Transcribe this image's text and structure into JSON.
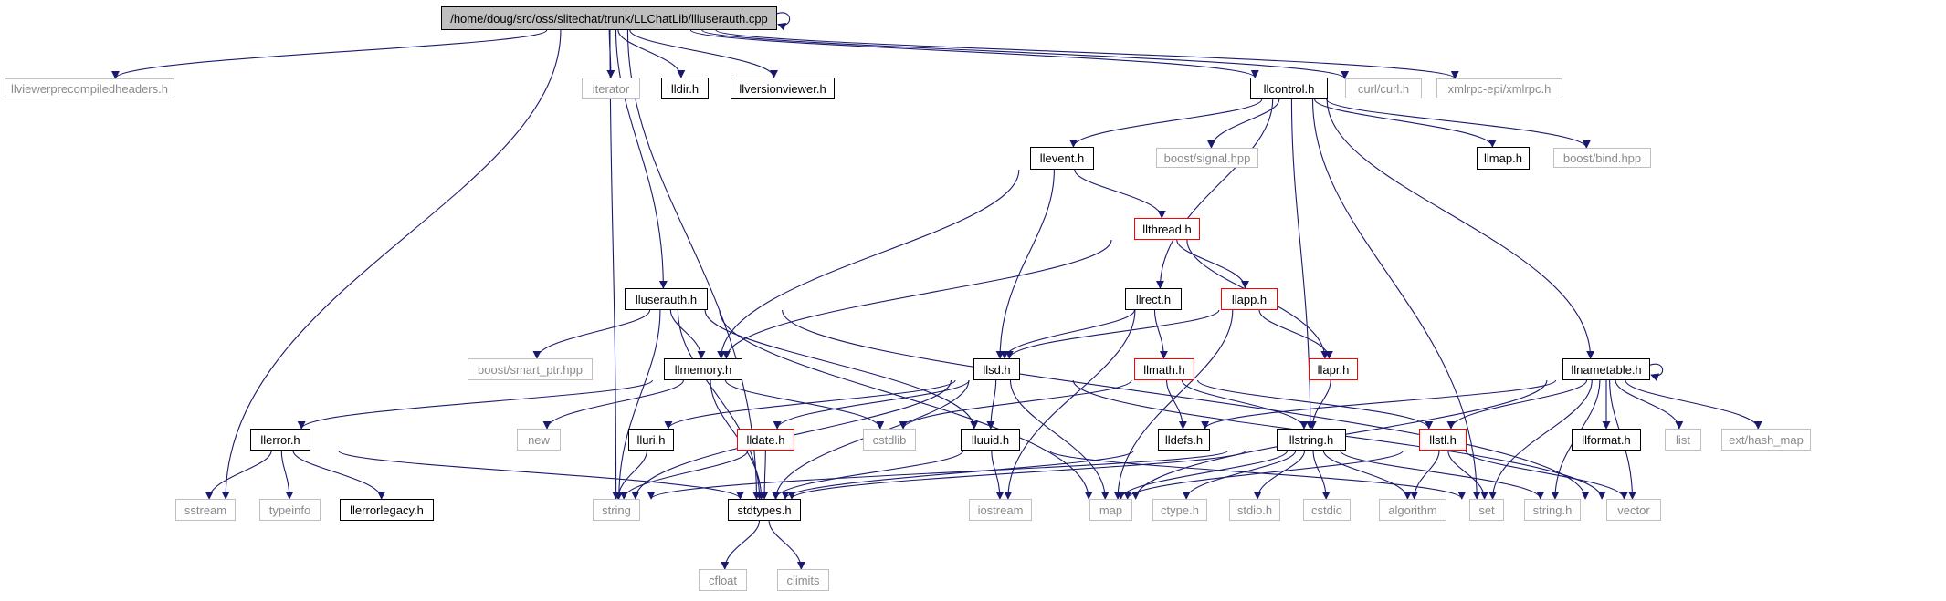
{
  "colors": {
    "edge": "#191970",
    "doc_border": "#000000",
    "truncated_border": "#ff0000",
    "std_border": "#bfbfbf",
    "std_text": "#8a8a8a",
    "root_fill": "#bfbfbf"
  },
  "nodes": {
    "root": {
      "label": "/home/doug/src/oss/slitechat/trunk/LLChatLib/llluserauth.cpp",
      "kind": "root"
    },
    "llviewerprecompiledheaders": {
      "label": "llviewerprecompiledheaders.h",
      "kind": "std"
    },
    "iterator": {
      "label": "iterator",
      "kind": "std"
    },
    "lldir": {
      "label": "lldir.h",
      "kind": "doc"
    },
    "llversionviewer": {
      "label": "llversionviewer.h",
      "kind": "doc"
    },
    "llcontrol": {
      "label": "llcontrol.h",
      "kind": "doc"
    },
    "curl": {
      "label": "curl/curl.h",
      "kind": "std"
    },
    "xmlrpc": {
      "label": "xmlrpc-epi/xmlrpc.h",
      "kind": "std"
    },
    "llevent": {
      "label": "llevent.h",
      "kind": "doc"
    },
    "boost_signal": {
      "label": "boost/signal.hpp",
      "kind": "std"
    },
    "llmap": {
      "label": "llmap.h",
      "kind": "doc"
    },
    "boost_bind": {
      "label": "boost/bind.hpp",
      "kind": "std"
    },
    "llthread": {
      "label": "llthread.h",
      "kind": "trunc"
    },
    "lluserauth": {
      "label": "lluserauth.h",
      "kind": "doc"
    },
    "llrect": {
      "label": "llrect.h",
      "kind": "doc"
    },
    "llapp": {
      "label": "llapp.h",
      "kind": "trunc"
    },
    "boost_smart_ptr": {
      "label": "boost/smart_ptr.hpp",
      "kind": "std"
    },
    "llmemory": {
      "label": "llmemory.h",
      "kind": "doc"
    },
    "llsd": {
      "label": "llsd.h",
      "kind": "doc"
    },
    "llmath": {
      "label": "llmath.h",
      "kind": "trunc"
    },
    "llapr": {
      "label": "llapr.h",
      "kind": "trunc"
    },
    "llnametable": {
      "label": "llnametable.h",
      "kind": "doc"
    },
    "llerror": {
      "label": "llerror.h",
      "kind": "doc"
    },
    "new": {
      "label": "new",
      "kind": "std"
    },
    "lluri": {
      "label": "lluri.h",
      "kind": "doc"
    },
    "lldate": {
      "label": "lldate.h",
      "kind": "trunc"
    },
    "cstdlib": {
      "label": "cstdlib",
      "kind": "std"
    },
    "lluuid": {
      "label": "lluuid.h",
      "kind": "doc"
    },
    "lldefs": {
      "label": "lldefs.h",
      "kind": "doc"
    },
    "llstring": {
      "label": "llstring.h",
      "kind": "doc"
    },
    "llstl": {
      "label": "llstl.h",
      "kind": "trunc"
    },
    "llformat": {
      "label": "llformat.h",
      "kind": "doc"
    },
    "list": {
      "label": "list",
      "kind": "std"
    },
    "ext_hash_map": {
      "label": "ext/hash_map",
      "kind": "std"
    },
    "sstream": {
      "label": "sstream",
      "kind": "std"
    },
    "typeinfo": {
      "label": "typeinfo",
      "kind": "std"
    },
    "llerrorlegacy": {
      "label": "llerrorlegacy.h",
      "kind": "doc"
    },
    "string": {
      "label": "string",
      "kind": "std"
    },
    "stdtypes": {
      "label": "stdtypes.h",
      "kind": "doc"
    },
    "iostream": {
      "label": "iostream",
      "kind": "std"
    },
    "map": {
      "label": "map",
      "kind": "std"
    },
    "ctype": {
      "label": "ctype.h",
      "kind": "std"
    },
    "stdio": {
      "label": "stdio.h",
      "kind": "std"
    },
    "cstdio": {
      "label": "cstdio",
      "kind": "std"
    },
    "algorithm": {
      "label": "algorithm",
      "kind": "std"
    },
    "set": {
      "label": "set",
      "kind": "std"
    },
    "string_h": {
      "label": "string.h",
      "kind": "std"
    },
    "vector": {
      "label": "vector",
      "kind": "std"
    },
    "cfloat": {
      "label": "cfloat",
      "kind": "std"
    },
    "climits": {
      "label": "climits",
      "kind": "std"
    }
  },
  "edges": [
    [
      "root",
      "root"
    ],
    [
      "root",
      "llviewerprecompiledheaders"
    ],
    [
      "root",
      "iterator"
    ],
    [
      "root",
      "lldir"
    ],
    [
      "root",
      "llversionviewer"
    ],
    [
      "root",
      "llcontrol"
    ],
    [
      "root",
      "curl"
    ],
    [
      "root",
      "xmlrpc"
    ],
    [
      "root",
      "lluserauth"
    ],
    [
      "root",
      "sstream"
    ],
    [
      "root",
      "string"
    ],
    [
      "root",
      "stdtypes"
    ],
    [
      "llcontrol",
      "llevent"
    ],
    [
      "llcontrol",
      "boost_signal"
    ],
    [
      "llcontrol",
      "llmap"
    ],
    [
      "llcontrol",
      "boost_bind"
    ],
    [
      "llcontrol",
      "llrect"
    ],
    [
      "llcontrol",
      "llstring"
    ],
    [
      "llcontrol",
      "llnametable"
    ],
    [
      "llcontrol",
      "set"
    ],
    [
      "llevent",
      "llthread"
    ],
    [
      "llevent",
      "llmemory"
    ],
    [
      "llevent",
      "llsd"
    ],
    [
      "llthread",
      "llapp"
    ],
    [
      "llthread",
      "llapr"
    ],
    [
      "llthread",
      "llmemory"
    ],
    [
      "llapp",
      "llsd"
    ],
    [
      "llapp",
      "llapr"
    ],
    [
      "llapp",
      "map"
    ],
    [
      "llrect",
      "llsd"
    ],
    [
      "llrect",
      "llmath"
    ],
    [
      "llrect",
      "iostream"
    ],
    [
      "llmath",
      "cstdlib"
    ],
    [
      "llmath",
      "lldefs"
    ],
    [
      "llmath",
      "llstring"
    ],
    [
      "llmath",
      "llstl"
    ],
    [
      "llapr",
      "llstring"
    ],
    [
      "lluserauth",
      "boost_smart_ptr"
    ],
    [
      "lluserauth",
      "llmemory"
    ],
    [
      "lluserauth",
      "lluuid"
    ],
    [
      "lluserauth",
      "map"
    ],
    [
      "lluserauth",
      "string"
    ],
    [
      "lluserauth",
      "stdtypes"
    ],
    [
      "lluserauth",
      "vector"
    ],
    [
      "llmemory",
      "llerror"
    ],
    [
      "llmemory",
      "new"
    ],
    [
      "llmemory",
      "cstdlib"
    ],
    [
      "llmemory",
      "stdtypes"
    ],
    [
      "llsd",
      "lluri"
    ],
    [
      "llsd",
      "lldate"
    ],
    [
      "llsd",
      "lluuid"
    ],
    [
      "llsd",
      "string"
    ],
    [
      "llsd",
      "map"
    ],
    [
      "llsd",
      "stdtypes"
    ],
    [
      "llsd",
      "vector"
    ],
    [
      "llerror",
      "sstream"
    ],
    [
      "llerror",
      "typeinfo"
    ],
    [
      "llerror",
      "llerrorlegacy"
    ],
    [
      "llerror",
      "stdtypes"
    ],
    [
      "lluri",
      "string"
    ],
    [
      "lldate",
      "string"
    ],
    [
      "lldate",
      "stdtypes"
    ],
    [
      "lluuid",
      "stdtypes"
    ],
    [
      "lluuid",
      "iostream"
    ],
    [
      "lluuid",
      "set"
    ],
    [
      "lldefs",
      "stdtypes"
    ],
    [
      "llstring",
      "stdtypes"
    ],
    [
      "llstring",
      "string"
    ],
    [
      "llstring",
      "map"
    ],
    [
      "llstring",
      "ctype"
    ],
    [
      "llstring",
      "stdio"
    ],
    [
      "llstring",
      "cstdio"
    ],
    [
      "llstring",
      "algorithm"
    ],
    [
      "llstring",
      "string_h"
    ],
    [
      "llstl",
      "map"
    ],
    [
      "llstl",
      "algorithm"
    ],
    [
      "llstl",
      "set"
    ],
    [
      "llstl",
      "vector"
    ],
    [
      "llnametable",
      "llnametable"
    ],
    [
      "llnametable",
      "lldefs"
    ],
    [
      "llnametable",
      "llstl"
    ],
    [
      "llnametable",
      "llformat"
    ],
    [
      "llnametable",
      "list"
    ],
    [
      "llnametable",
      "ext_hash_map"
    ],
    [
      "llnametable",
      "map"
    ],
    [
      "llnametable",
      "string_h"
    ],
    [
      "llnametable",
      "set"
    ],
    [
      "llnametable",
      "vector"
    ],
    [
      "stdtypes",
      "cfloat"
    ],
    [
      "stdtypes",
      "climits"
    ]
  ]
}
